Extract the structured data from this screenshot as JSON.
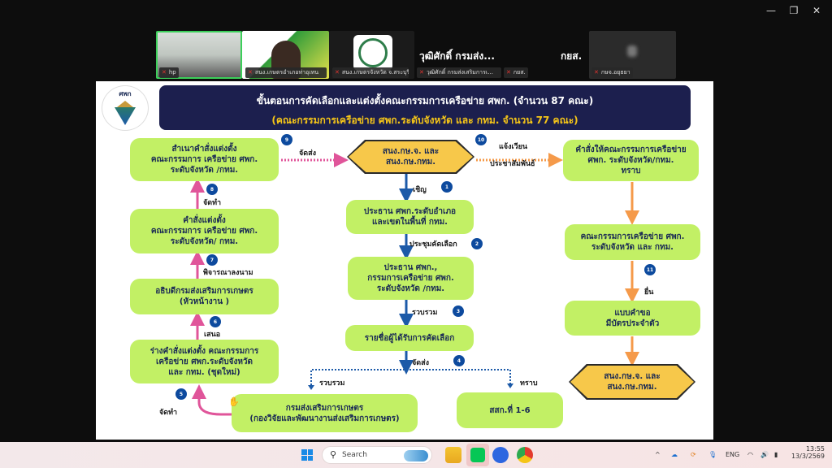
{
  "window": {
    "minimize": "—",
    "restore": "❐",
    "close": "✕"
  },
  "participants": [
    {
      "name": "hp"
    },
    {
      "name": "สนง.เกษตรอำเภอท่าอุเทน"
    },
    {
      "name": "สนง.เกษตรจังหวัด จ.สระบุรี"
    },
    {
      "name": "วุฒิศักดิ์ กรมส่งเสริมการเ...",
      "display": "วุฒิศักดิ์ กรมส่ง..."
    },
    {
      "name": "กยส.",
      "display": "กยส."
    },
    {
      "name": "กษจ.อยุธยา"
    }
  ],
  "slide": {
    "logo_text": "ศพก",
    "title": "ขั้นตอนการคัดเลือกและแต่งตั้งคณะกรรมการเครือข่าย ศพก. (จำนวน 87 คณะ)",
    "subtitle": "(คณะกรรมการเครือข่าย ศพก.ระดับจังหวัด และ กทม. จำนวน 77 คณะ)",
    "boxes": {
      "l1": "สำเนาคำสั่งแต่งตั้ง\nคณะกรรมการ เครือข่าย ศพก.\nระดับจังหวัด /กทม.",
      "l2": "คำสั่งแต่งตั้ง\nคณะกรรมการ เครือข่าย ศพก.\nระดับจังหวัด/ กทม.",
      "l3": "อธิบดีกรมส่งเสริมการเกษตร\n(หัวหน้างาน )",
      "l4": "ร่างคำสั่งแต่งตั้ง คณะกรรมการ\nเครือข่าย ศพก.ระดับจังหวัด\nและ กทม. (ชุดใหม่)",
      "bottom": "กรมส่งเสริมการเกษตร\n(กองวิจัยและพัฒนางานส่งเสริมการเกษตร)",
      "hex_top": "สนง.กษ.จ. และ\nสนง.กษ.กทม.",
      "c1": "ประธาน ศพก.ระดับอำเภอ\nและเขตในพื้นที่ กทม.",
      "c2": "ประธาน ศพก.,\nกรรมการเครือข่าย ศพก.\nระดับจังหวัด /กทม.",
      "c3": "รายชื่อผู้ได้รับการคัดเลือก",
      "sslk": "สสก.ที่ 1-6",
      "r1": "คำสั่งให้คณะกรรมการเครือข่าย\nศพก. ระดับจังหวัด/กทม.\nทราบ",
      "r2": "คณะกรรมการเครือข่าย ศพก.\nระดับจังหวัด และ กทม.",
      "r3": "แบบคำขอ\nมีบัตรประจำตัว",
      "hex_bottom": "สนง.กษ.จ. และ\nสนง.กษ.กทม."
    },
    "labels": {
      "s1": "เชิญ",
      "s2": "ประชุมคัดเลือก",
      "s3": "รวบรวม",
      "s4": "จัดส่ง",
      "s4a": "รวบรวม",
      "s4b": "ทราบ",
      "s5": "จัดทำ",
      "s6": "เสนอ",
      "s7": "พิจารณาลงนาม",
      "s8": "จัดทำ",
      "s9": "จัดส่ง",
      "s10a": "แจ้งเวียน",
      "s10b": "ประชาสัมพันธ์",
      "s11": "ยื่น"
    },
    "badges": [
      "1",
      "2",
      "3",
      "4",
      "5",
      "6",
      "7",
      "8",
      "9",
      "10",
      "11"
    ]
  },
  "taskbar": {
    "search_placeholder": "Search",
    "lang": "ENG",
    "time": "13:55",
    "date": "13/3/2569"
  }
}
